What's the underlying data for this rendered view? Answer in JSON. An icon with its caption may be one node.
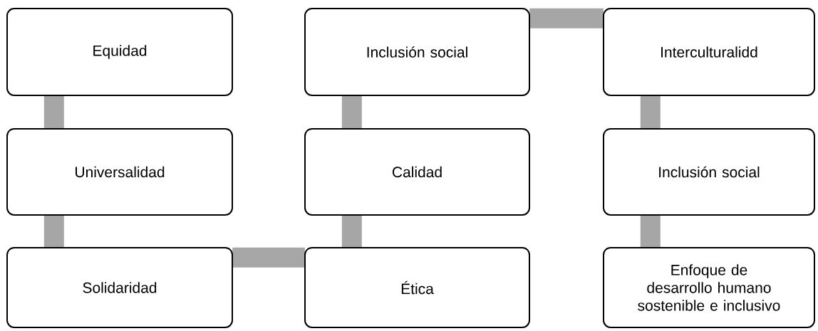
{
  "diagram": {
    "nodes": [
      {
        "text": [
          "Equidad"
        ]
      },
      {
        "text": [
          "Universalidad"
        ]
      },
      {
        "text": [
          "Solidaridad"
        ]
      },
      {
        "text": [
          "Inclusión social"
        ]
      },
      {
        "text": [
          "Calidad"
        ]
      },
      {
        "text": [
          "Ética"
        ]
      },
      {
        "text": [
          "Interculturalidd"
        ]
      },
      {
        "text": [
          "Inclusión social"
        ]
      },
      {
        "text": [
          "Enfoque de desarrollo humano sostenible e inclusivo"
        ]
      }
    ],
    "edges": [
      {
        "from": 0,
        "to": 1,
        "arrow": "none"
      },
      {
        "from": 1,
        "to": 2,
        "arrow": "none"
      },
      {
        "from": 2,
        "to": 5,
        "arrow": "none"
      },
      {
        "from": 5,
        "to": 4,
        "arrow": "none"
      },
      {
        "from": 4,
        "to": 3,
        "arrow": "none"
      },
      {
        "from": 3,
        "to": 6,
        "arrow": "none"
      },
      {
        "from": 6,
        "to": 7,
        "arrow": "none"
      },
      {
        "from": 7,
        "to": 8,
        "arrow": "none"
      }
    ]
  }
}
